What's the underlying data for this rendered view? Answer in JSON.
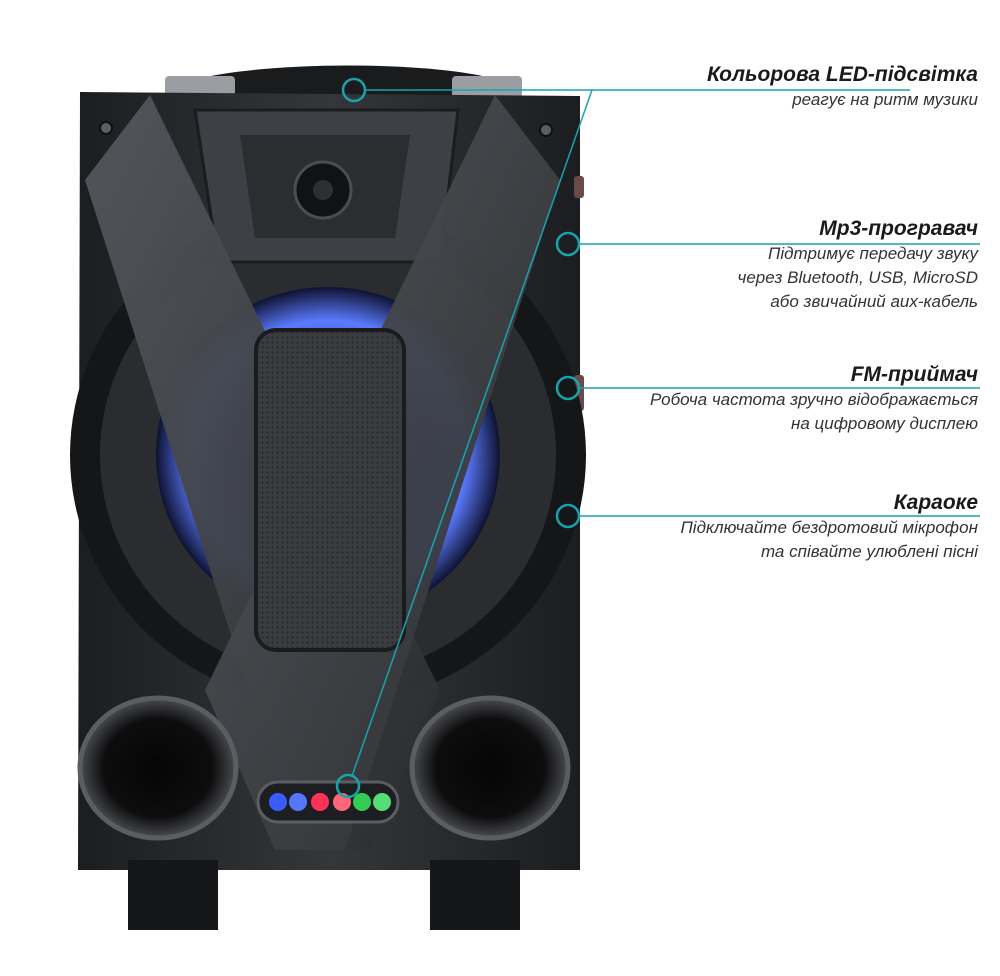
{
  "colors": {
    "accent": "#1aa3ad",
    "speaker_body": "#2b2d30",
    "led_blue": "#3a5cff",
    "text_dark": "#1a1a1a"
  },
  "features": [
    {
      "id": "led-lighting",
      "title": "Кольорова LED-підсвітка",
      "lines": [
        "реагує на ритм музики"
      ]
    },
    {
      "id": "mp3-player",
      "title": "Mp3-програвач",
      "lines": [
        "Підтримує передачу звуку",
        "через Bluetooth, USB, MicroSD",
        "або звичайний aux-кабель"
      ]
    },
    {
      "id": "fm-receiver",
      "title": "FM-приймач",
      "lines": [
        "Робоча частота зручно відображається",
        "на цифровому дисплею"
      ]
    },
    {
      "id": "karaoke",
      "title": "Караоке",
      "lines": [
        "Підключайте бездротовий мікрофон",
        "та співайте улюблені пісні"
      ]
    }
  ]
}
